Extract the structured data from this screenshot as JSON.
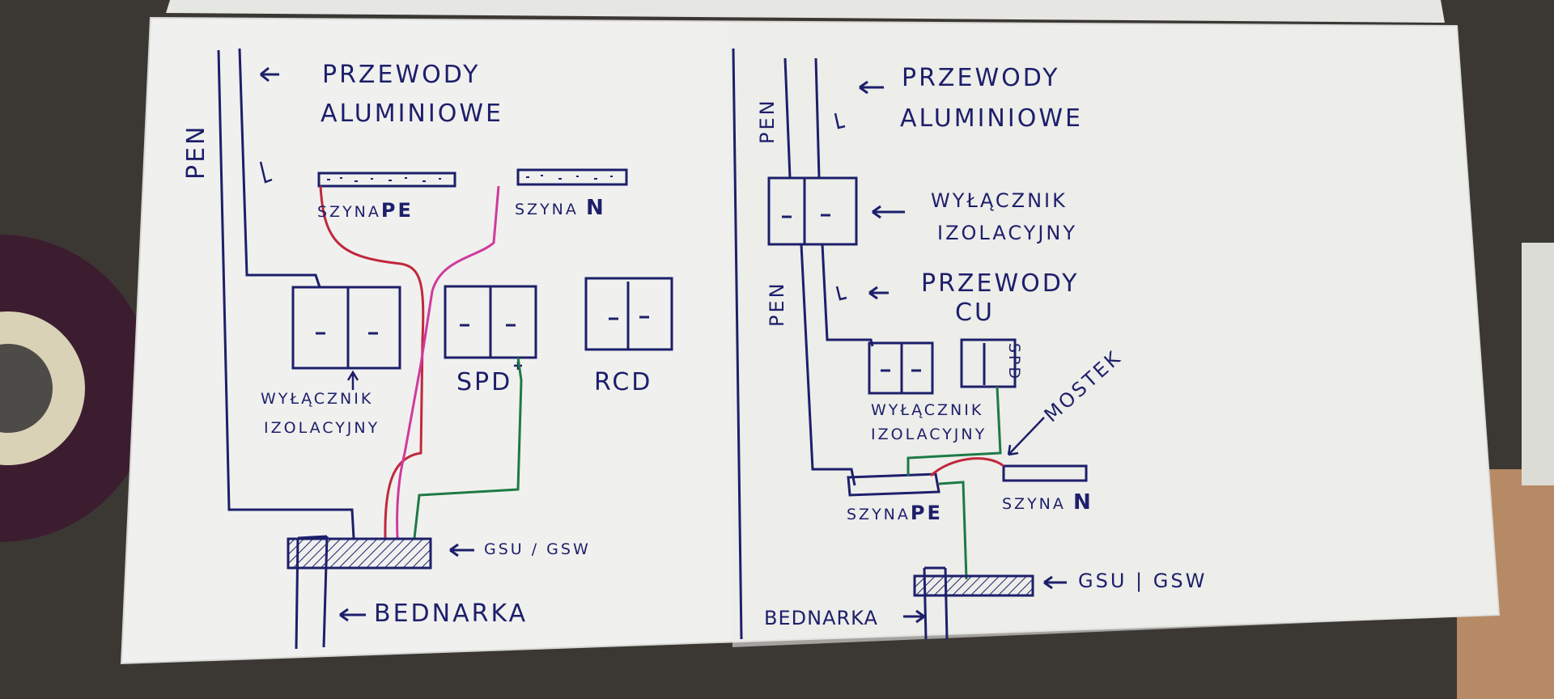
{
  "left_diagram": {
    "pen": "PEN",
    "przewody_1": "PRZEWODY",
    "przewody_2": "ALUMINIOWE",
    "szyna_pe_prefix": "SZYNA",
    "szyna_pe_suffix": "PE",
    "szyna_n_prefix": "SZYNA",
    "szyna_n_suffix": "N",
    "wylacznik_1": "WYŁĄCZNIK",
    "wylacznik_2": "IZOLACYJNY",
    "spd": "SPD",
    "rcd": "RCD",
    "gsu": "GSU / GSW",
    "bednarka": "BEDNARKA"
  },
  "right_diagram": {
    "pen_top": "PEN",
    "pen_mid": "PEN",
    "przewody_1": "PRZEWODY",
    "przewody_2": "ALUMINIOWE",
    "wylacznik_top_1": "WYŁĄCZNIK",
    "wylacznik_top_2": "IZOLACYJNY",
    "przewody_cu_1": "PRZEWODY",
    "przewody_cu_2": "CU",
    "spd": "SPD",
    "mostek": "MOSTEK",
    "wylacznik_1": "WYŁĄCZNIK",
    "wylacznik_2": "IZOLACYJNY",
    "szyna_pe_prefix": "SZYNA",
    "szyna_pe_suffix": "PE",
    "szyna_n_prefix": "SZYNA",
    "szyna_n_suffix": "N",
    "gsu": "GSU | GSW",
    "bednarka": "BEDNARKA"
  },
  "colors": {
    "ink": "#1d1f6b",
    "pe_wire": "#c0283c",
    "n_wire": "#d03a9e",
    "earth_wire": "#1d7a46",
    "paper": "#f0f0ee"
  }
}
